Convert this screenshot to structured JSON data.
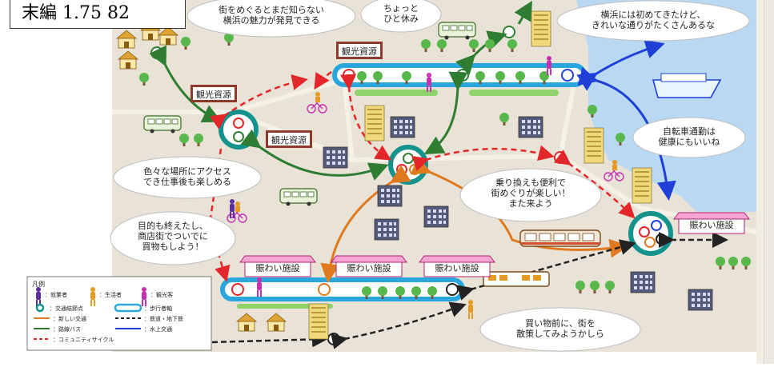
{
  "corner_caption": "末編 1.75  82",
  "callouts": {
    "discover": "街をめぐるとまだ知らない\n横浜の魅力が発見できる",
    "rest": "ちょっと\nひと休み",
    "first_visit": "横浜には初めてきたけど、\nきれいな通りがたくさんあるな",
    "bicycle": "自転車通勤は\n健康にもいいね",
    "work_access": "色々な場所にアクセス\nでき仕事後も楽しめる",
    "transfer": "乗り換えも便利で\n街めぐりが楽しい！\nまた来よう",
    "shopping_street": "目的も終えたし、\n商店街でついでに\n買物もしよう！",
    "stroll": "買い物前に、街を\n散策してみようかしら"
  },
  "building_labels": {
    "tourism": "観光資源",
    "lively": "賑わい施設"
  },
  "legend": {
    "title": "凡例",
    "worker": "：就業者",
    "resident": "：生活者",
    "tourist": "：観光客",
    "node": "：交通結節点",
    "pedestrian_axis": "：歩行者軸",
    "new_transit": "：新しい交通",
    "rail": "：鉄道・地下鉄",
    "bus": "：路線バス",
    "water": "：水上交通",
    "cycle": "：コミュニティサイクル"
  },
  "colors": {
    "ground": "#e8e3d6",
    "sea": "#b9d9f3",
    "axis": "#29a7dd",
    "node_ring": "#14928c",
    "green_arrow": "#2e7d32",
    "orange_arrow": "#e07a1f",
    "blue_arrow": "#1f3fd6",
    "red_dash": "#e3262a",
    "tourist": "#c62fb2",
    "worker": "#5b2fa0",
    "resident": "#e59a24",
    "tourism_sign": "#8d3a2b",
    "lively_sign": "#e457a8"
  }
}
